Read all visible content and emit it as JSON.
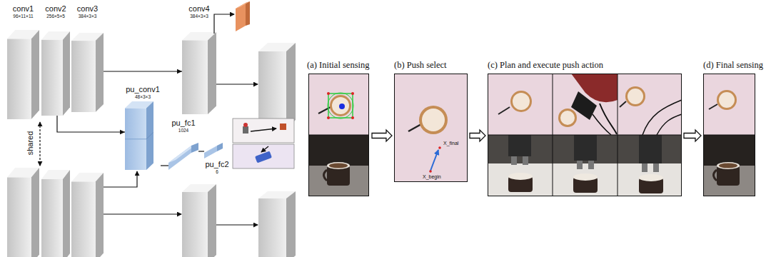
{
  "diagram": {
    "nodes": [
      {
        "text": [
          "conv1",
          "96×11×11"
        ]
      },
      {
        "text": [
          "conv2",
          "256×5×5"
        ]
      },
      {
        "text": [
          "conv3",
          "384×3×3"
        ]
      },
      {
        "text": [
          "conv4",
          "384×3×3"
        ]
      },
      {
        "text": [
          "pu_conv1",
          "48×3×3"
        ]
      },
      {
        "text": [
          "pu_fc1",
          "1024"
        ]
      },
      {
        "text": [
          "pu_fc2",
          "6"
        ]
      },
      {
        "text": [
          "(a) Initial sensing"
        ]
      },
      {
        "text": [
          "(b) Push select",
          "X_final",
          "X_begin"
        ]
      },
      {
        "text": [
          "(c) Plan and execute push action"
        ]
      },
      {
        "text": [
          "(d) Final sensing"
        ]
      }
    ],
    "edges": [
      {
        "from": 2,
        "to": 3,
        "arrow": "to"
      },
      {
        "from": 1,
        "to": 4,
        "arrow": "to"
      },
      {
        "from": 4,
        "to": 5,
        "arrow": "none"
      },
      {
        "from": 5,
        "to": 6,
        "arrow": "none"
      },
      {
        "from": 7,
        "to": 8,
        "arrow": "to"
      },
      {
        "from": 8,
        "to": 9,
        "arrow": "to"
      },
      {
        "from": 9,
        "to": 10,
        "arrow": "to"
      }
    ],
    "labels": [
      "shared"
    ]
  }
}
